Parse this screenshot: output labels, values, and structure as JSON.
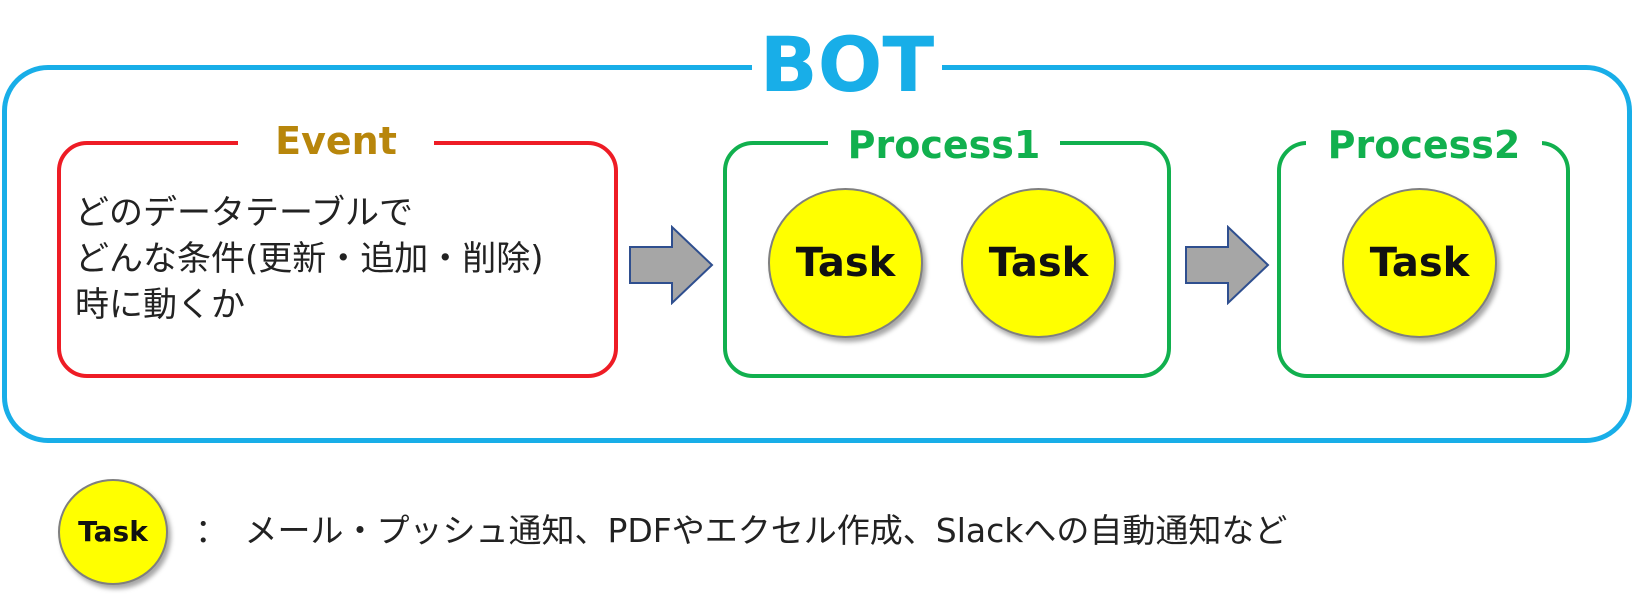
{
  "bot": {
    "title": "BOT"
  },
  "event": {
    "title": "Event",
    "lines": [
      "どのデータテーブルで",
      "どんな条件(更新・追加・削除)",
      "時に動くか"
    ]
  },
  "process1": {
    "title": "Process1",
    "tasks": [
      "Task",
      "Task"
    ]
  },
  "process2": {
    "title": "Process2",
    "tasks": [
      "Task"
    ]
  },
  "legend": {
    "task": "Task",
    "description": "：　メール・プッシュ通知、PDFやエクセル作成、Slackへの自動通知など"
  },
  "colors": {
    "bot": "#18aee8",
    "event_border": "#ee1c25",
    "event_title": "#b8860b",
    "process": "#11b04e",
    "task_fill": "#ffff00",
    "arrow_fill": "#a6a6a6",
    "arrow_stroke": "#2f4f8f"
  }
}
